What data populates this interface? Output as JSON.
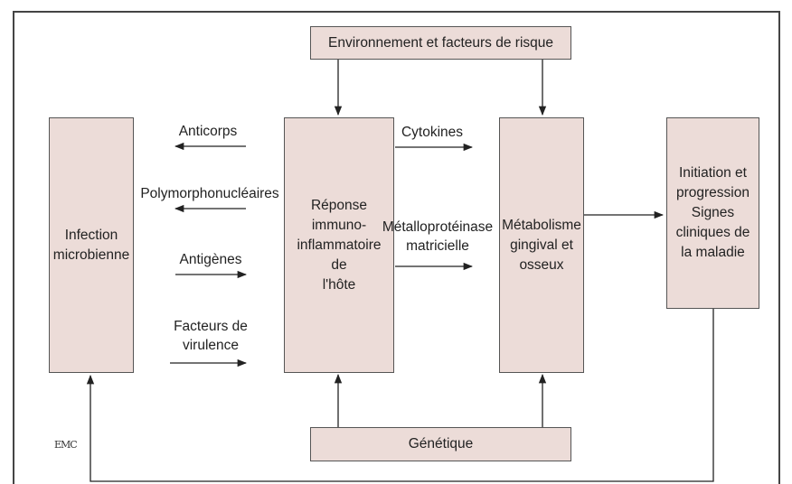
{
  "diagram": {
    "environment": "Environnement et facteurs de risque",
    "infection": "Infection\nmicrobienne",
    "host_response": "Réponse\nimmuno-\ninflammatoire\nde\nl'hôte",
    "metabolism": "Métabolisme\ngingival et\nosseux",
    "clinical": "Initiation et\nprogression\nSignes\ncliniques de\nla maladie",
    "genetics": "Génétique",
    "arrow_labels": {
      "antibodies": "Anticorps",
      "polymorphonuclear": "Polymorphonucléaires",
      "antigens": "Antigènes",
      "virulence": "Facteurs de\nvirulence",
      "cytokines": "Cytokines",
      "metalloproteinase": "Métalloprotéinase\nmatricielle"
    },
    "logo_text": "EMC"
  }
}
